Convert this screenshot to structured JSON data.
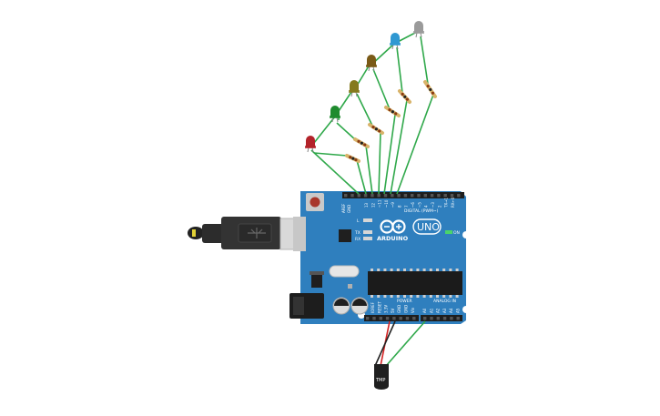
{
  "board": {
    "digital_label": "DIGITAL (PWM~)",
    "aref_label": "AREF",
    "gnd_label": "GND",
    "brand": "ARDUINO",
    "model": "UNO",
    "on_label": "ON",
    "power_label": "POWER",
    "analog_label": "ANALOG IN",
    "led_l": "L",
    "led_tx": "TX",
    "led_rx": "RX",
    "power_pins": [
      "IOREF",
      "RESET",
      "3.3V",
      "5V",
      "GND",
      "GND",
      "Vin"
    ],
    "analog_pins": [
      "A0",
      "A1",
      "A2",
      "A3",
      "A4",
      "A5"
    ],
    "digital_pins": [
      "13",
      "12",
      "~11",
      "~10",
      "~9",
      "8",
      "7",
      "~6",
      "~5",
      "4",
      "~3",
      "2",
      "TX→1",
      "RX←0"
    ]
  },
  "sensor": {
    "label": "TMP"
  },
  "colors": {
    "board": "#2f7fbe",
    "wire": "#2fa84a",
    "wire_red": "#d42323",
    "wire_black": "#222222",
    "led_red": "#b3232a",
    "led_green": "#1f8b2e",
    "led_olive": "#857a1d",
    "led_brown": "#7a5a17",
    "led_blue": "#2f98d2",
    "led_gray": "#9a9a9a"
  },
  "leds": [
    {
      "name": "red",
      "color_key": "led_red"
    },
    {
      "name": "green",
      "color_key": "led_green"
    },
    {
      "name": "olive",
      "color_key": "led_olive"
    },
    {
      "name": "brown",
      "color_key": "led_brown"
    },
    {
      "name": "blue",
      "color_key": "led_blue"
    },
    {
      "name": "gray",
      "color_key": "led_gray"
    }
  ]
}
